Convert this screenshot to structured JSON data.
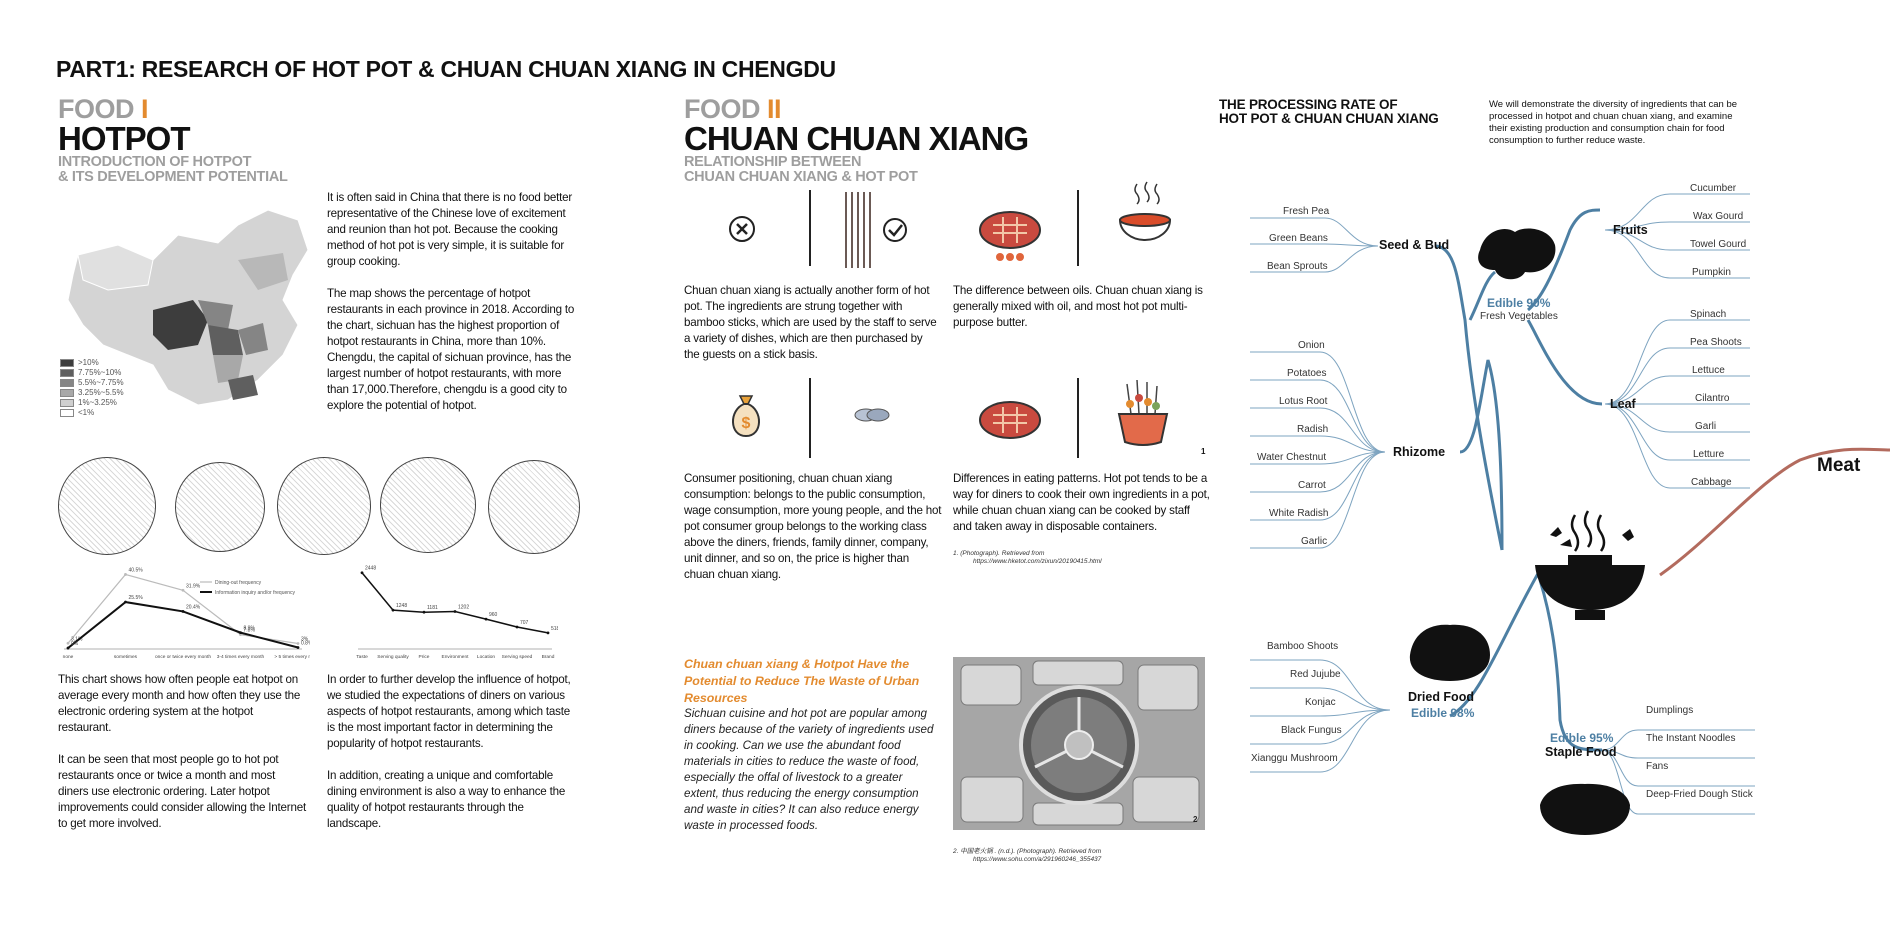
{
  "header": {
    "title": "PART1: RESEARCH OF  HOT POT & CHUAN CHUAN XIANG IN CHENGDU"
  },
  "food1": {
    "kicker": "FOOD ",
    "num": "I",
    "title": "HOTPOT",
    "subtitle": "INTRODUCTION OF HOTPOT\n& ITS DEVELOPMENT POTENTIAL",
    "para1": "It is often said in China that there is no food better representative of the Chinese love of excitement and reunion than hot pot. Because the cooking method of hot pot is very simple, it is suitable for group cooking.",
    "para2": "The map shows the percentage of hotpot restaurants in each province in 2018. According to the chart, sichuan has the highest proportion of hotpot restaurants in China, more than 10%. Chengdu, the capital of sichuan province, has the largest number of hotpot restaurants, with more than 17,000.Therefore, chengdu is a good city to explore the potential of hotpot.",
    "legend": [
      ">10%",
      "7.75%~10%",
      "5.5%~7.75%",
      "3.25%~5.5%",
      "1%~3.25%",
      "<1%"
    ],
    "legend_colors": [
      "#3d3d3d",
      "#5f5f5f",
      "#858585",
      "#a8a8a8",
      "#cfcfcf",
      "#ffffff"
    ],
    "para3": "This chart shows how often people eat hotpot on average every month and how often they use the electronic ordering system at the hotpot restaurant.",
    "para4": "It can be seen that most people go to hot pot restaurants once or twice a month and most diners use electronic ordering. Later hotpot improvements could consider allowing the Internet to get more involved.",
    "para5": "In order to further develop the influence of hotpot, we studied the expectations of diners on various aspects of hotpot restaurants, among which taste is the most important factor in determining the popularity of hotpot restaurants.",
    "para6": "In addition, creating a unique and comfortable dining environment is also a way to enhance the quality of hotpot restaurants through the landscape."
  },
  "chart_data": [
    {
      "type": "line",
      "categories": [
        "none",
        "sometimes",
        "once or twice every month",
        "3-4 times every month",
        "> 5 times every month"
      ],
      "series": [
        {
          "name": "Dining-out frequency",
          "values": [
            3.1,
            40.5,
            31.9,
            7.8,
            3.0
          ],
          "labels": [
            "3.1%",
            "40.5%",
            "31.9%",
            "7.8%",
            "3%"
          ]
        },
        {
          "name": "Information inquiry and/or frequency",
          "values": [
            0.5,
            25.5,
            20.4,
            8.9,
            0.8
          ],
          "labels": [
            "0%",
            "25.5%",
            "20.4%",
            "8.9%",
            "0.8%"
          ]
        }
      ],
      "legend": "top-right"
    },
    {
      "type": "line",
      "categories": [
        "Taste",
        "Serving quality",
        "Price",
        "Environment",
        "Location",
        "Serving speed",
        "Brand"
      ],
      "series": [
        {
          "values": [
            2448,
            1248,
            1181,
            1202,
            960,
            707,
            518
          ],
          "labels": [
            "2448",
            "1248",
            "1181",
            "1202",
            "960",
            "707",
            "518"
          ]
        }
      ]
    }
  ],
  "food2": {
    "kicker": "FOOD ",
    "num": "II",
    "title": "CHUAN CHUAN XIANG",
    "subtitle": "RELATIONSHIP BETWEEN\nCHUAN CHUAN XIANG & HOT POT",
    "text1": "Chuan chuan xiang is actually another form of hot pot. The ingredients are strung together with bamboo sticks, which are used by the staff to serve a variety of dishes, which are then purchased by the guests on a stick basis.",
    "text2": "The difference between oils. Chuan chuan xiang is generally mixed with oil, and most hot pot multi-purpose butter.",
    "text3": "Consumer positioning, chuan chuan xiang consumption: belongs to the public consumption, wage consumption, more young people, and the hot pot consumer group belongs to the working class above the diners, friends, family dinner, company, unit dinner, and so on, the price is higher than chuan chuan xiang.",
    "text4": "Differences in eating patterns. Hot pot tends to be a way for diners to cook their own ingredients in a pot, while chuan chuan xiang can be cooked by staff and taken away in disposable containers.",
    "note1": "1",
    "ref1a": "1. (Photograph). Retrieved from",
    "ref1b": "https://www.hketot.com/zixun/20190415.html",
    "highlight": "Chuan chuan xiang & Hotpot Have the Potential to Reduce The Waste of Urban Resources",
    "italic": "Sichuan cuisine and hot pot are popular among diners because of the variety of ingredients used in cooking. Can we use the abundant food materials in cities to reduce the waste of food, especially the offal of livestock to a greater extent, thus reducing the energy consumption and waste in cities? It can also reduce energy waste in processed foods.",
    "note2": "2",
    "ref2a": "2. 中国老火锅 . (n.d.). (Photograph). Retrieved from",
    "ref2b": "https://www.sohu.com/a/291960246_355437"
  },
  "processing": {
    "title": "THE PROCESSING RATE OF\nHOT POT & CHUAN CHUAN XIANG",
    "desc": "We will demonstrate the diversity of ingredients that can be processed in hotpot and chuan chuan xiang, and examine their existing production and consumption chain for food consumption to further reduce waste.",
    "meat": "Meat",
    "seed": {
      "label": "Seed & Bud",
      "items": [
        "Fresh Pea",
        "Green Beans",
        "Bean Sprouts"
      ]
    },
    "rhizome": {
      "label": "Rhizome",
      "items": [
        "Onion",
        "Potatoes",
        "Lotus Root",
        "Radish",
        "Water Chestnut",
        "Carrot",
        "White Radish",
        "Garlic"
      ]
    },
    "fruits": {
      "label": "Fruits",
      "items": [
        "Cucumber",
        "Wax Gourd",
        "Towel Gourd",
        "Pumpkin"
      ]
    },
    "leaf": {
      "label": "Leaf",
      "items": [
        "Spinach",
        "Pea Shoots",
        "Lettuce",
        "Cilantro",
        "Garli",
        "Letture",
        "Cabbage"
      ]
    },
    "fresh": {
      "edible": "Edible 90%",
      "label": "Fresh Vegetables"
    },
    "dried": {
      "label": "Dried Food",
      "edible": "Edible 98%",
      "items": [
        "Bamboo Shoots",
        "Red Jujube",
        "Konjac",
        "Black Fungus",
        "Xianggu Mushroom"
      ]
    },
    "staple": {
      "edible": "Edible 95%",
      "label": "Staple Food",
      "items": [
        "Dumplings",
        "The Instant Noodles",
        "Fans",
        "Deep-Fried Dough Stick"
      ]
    },
    "colors": {
      "branch": "#4d7fa3",
      "leafline": "#7ea4c0",
      "meat": "#b36b5e"
    }
  }
}
